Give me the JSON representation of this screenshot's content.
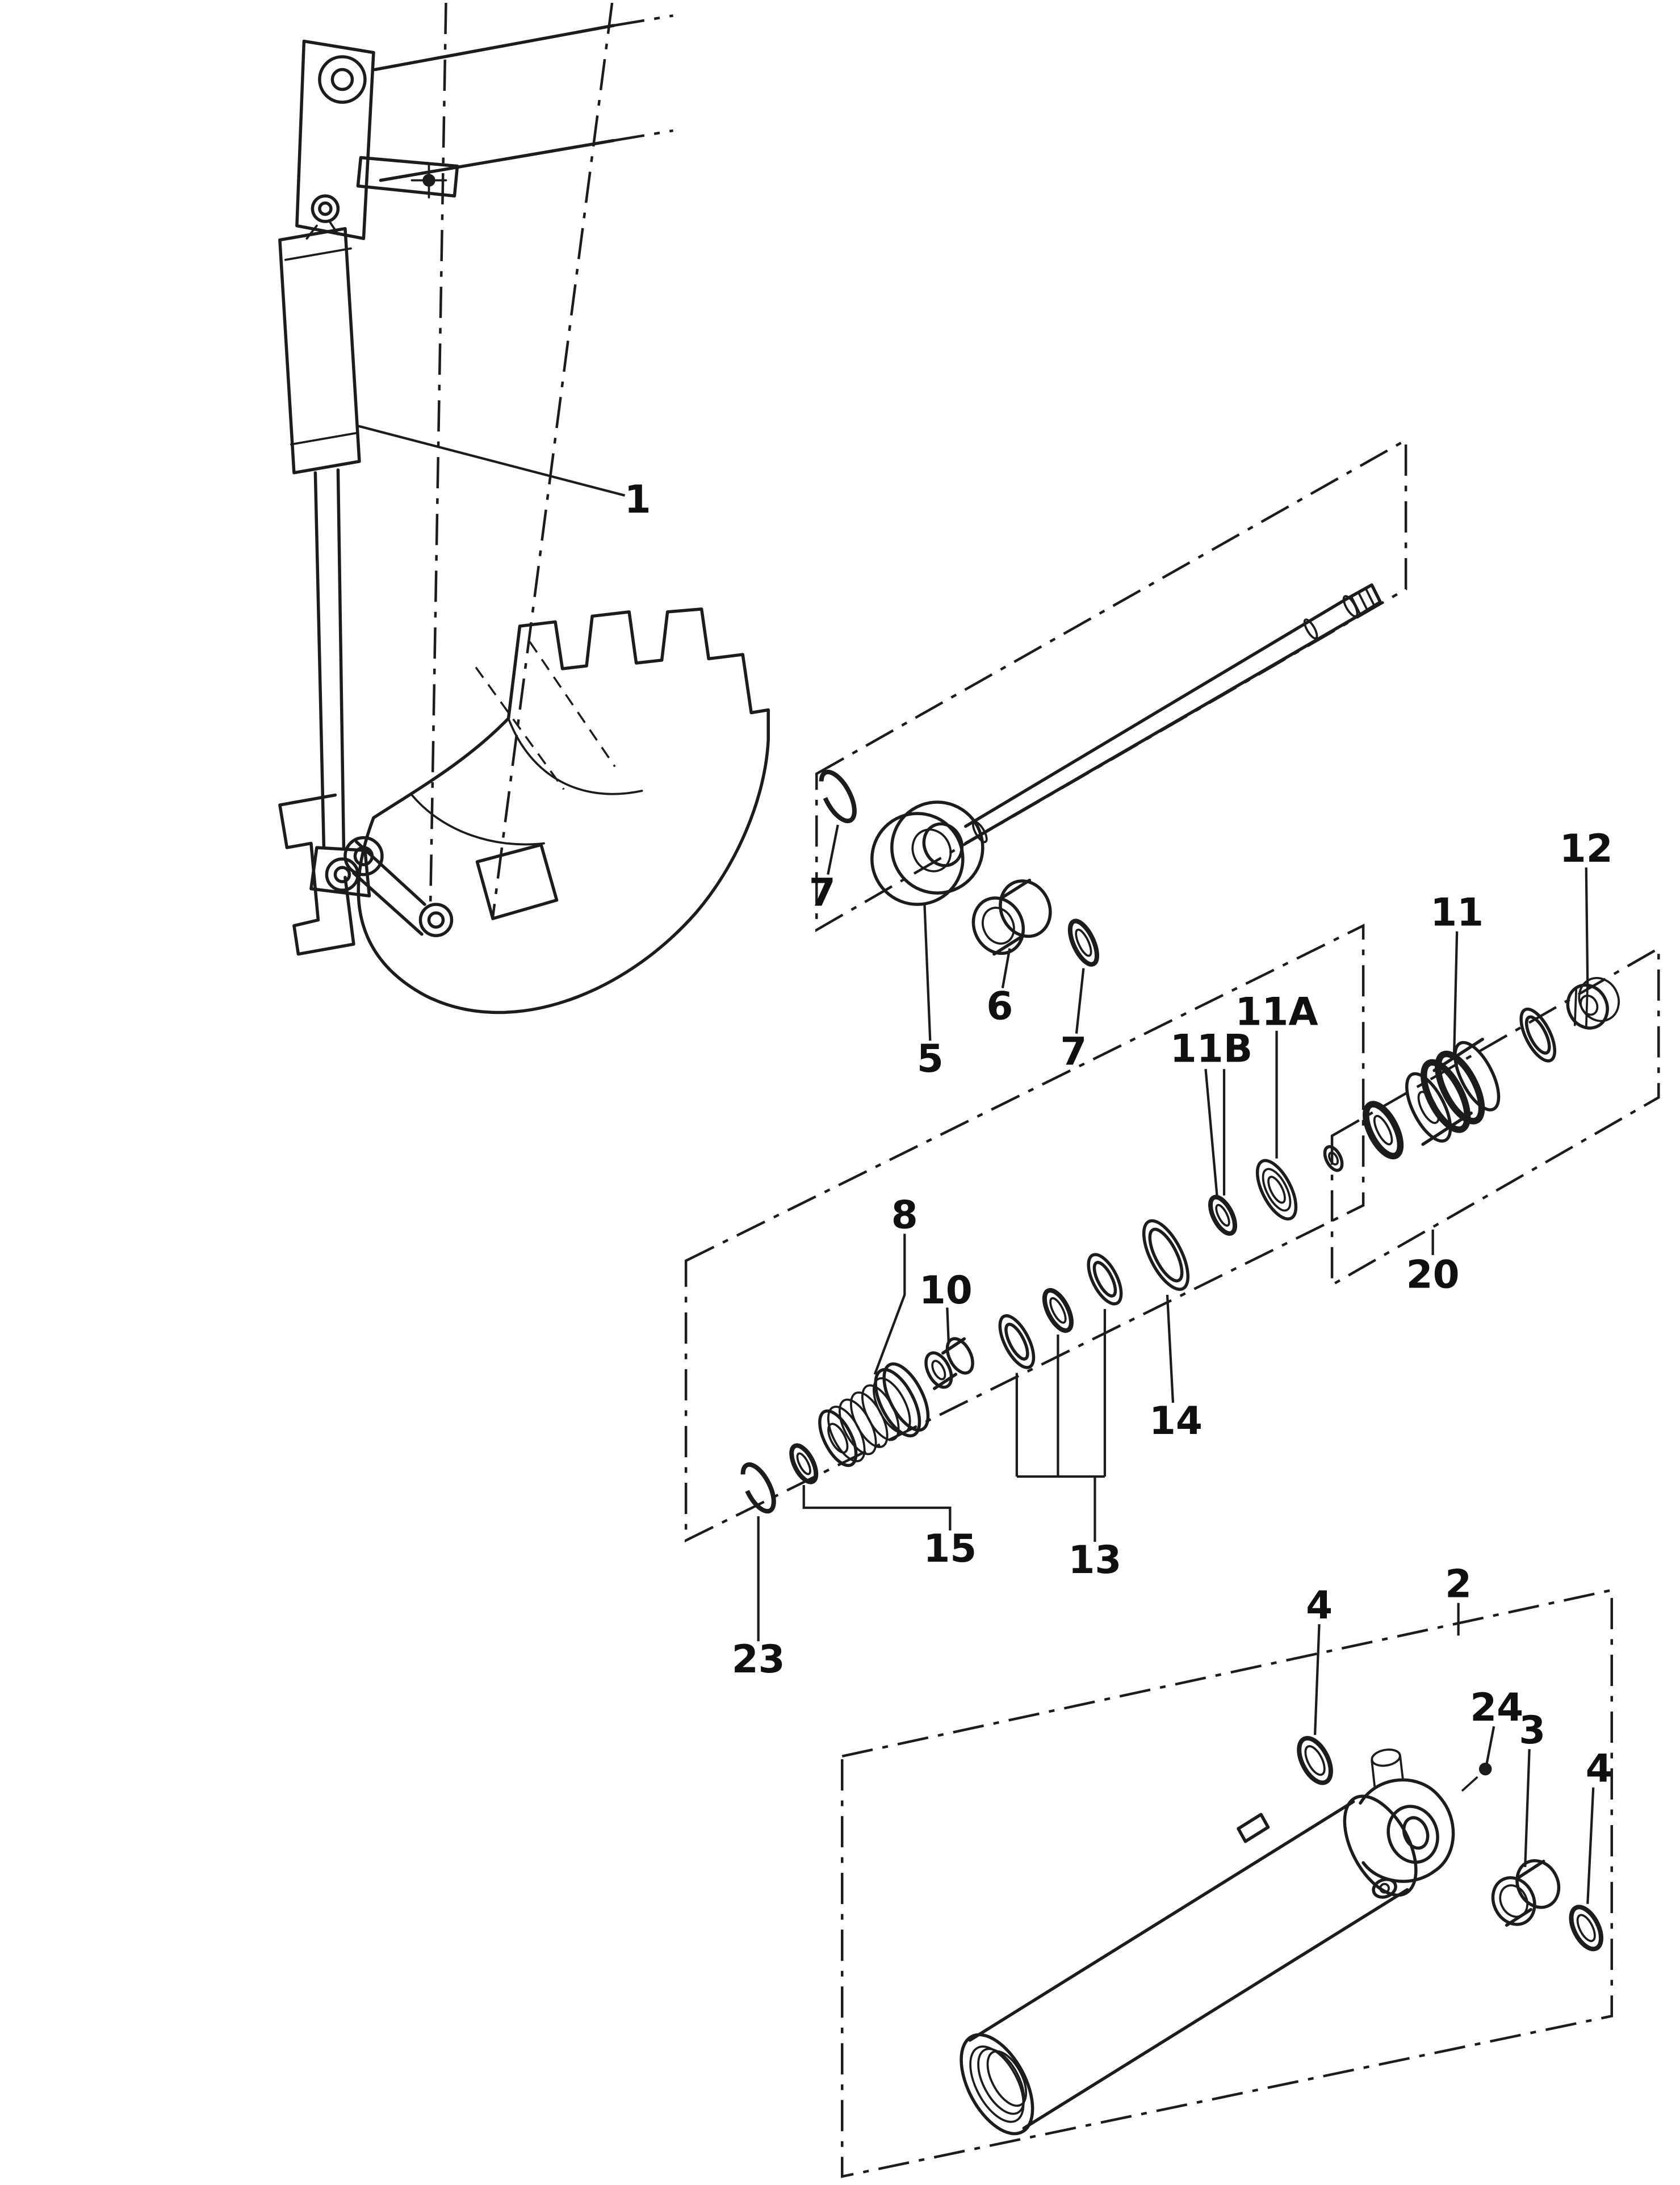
{
  "diagram": {
    "type": "exploded-parts-diagram",
    "ink_color": "#1c1c1c",
    "paper_color": "#ffffff",
    "callouts": [
      {
        "label": "1"
      },
      {
        "label": "7"
      },
      {
        "label": "5"
      },
      {
        "label": "6"
      },
      {
        "label": "7"
      },
      {
        "label": "11B"
      },
      {
        "label": "11A"
      },
      {
        "label": "11"
      },
      {
        "label": "12"
      },
      {
        "label": "8"
      },
      {
        "label": "10"
      },
      {
        "label": "20"
      },
      {
        "label": "14"
      },
      {
        "label": "15"
      },
      {
        "label": "13"
      },
      {
        "label": "23"
      },
      {
        "label": "4"
      },
      {
        "label": "2"
      },
      {
        "label": "24"
      },
      {
        "label": "3"
      },
      {
        "label": "4"
      }
    ]
  }
}
